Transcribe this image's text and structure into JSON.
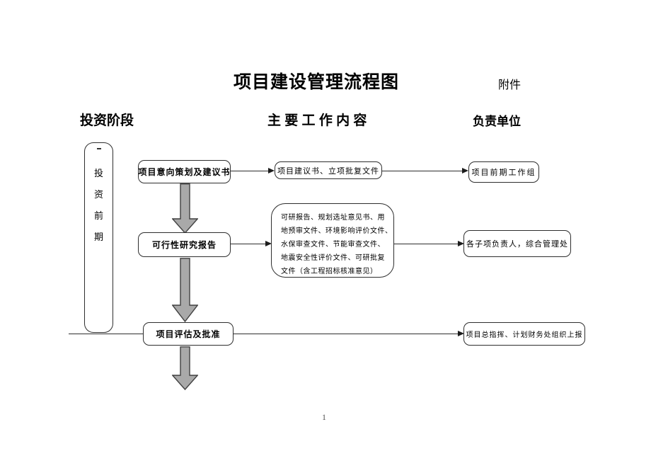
{
  "document": {
    "title": "项目建设管理流程图",
    "attachment_label": "附件",
    "page_number": "1"
  },
  "headers": {
    "investment_stage": "投资阶段",
    "main_work": "主 要 工 作 内 容",
    "responsible_unit": "负责单位"
  },
  "stage_sidebar": {
    "chars": [
      "投",
      "资",
      "前",
      "期"
    ]
  },
  "flow": {
    "row1": {
      "stage": "项目意向策划及建议书",
      "work": "项目建议书、立项批复文件",
      "unit": "项目前期工作组"
    },
    "row2": {
      "stage": "可行性研究报告",
      "work_lines": [
        "可研报告、规划选址意见书、用",
        "地预审文件、环境影响评价文件、",
        "水保审查文件、节能审查文件、",
        "地震安全性评价文件、可研批复",
        "文件（含工程招标核准意见）"
      ],
      "unit": "各子项负责人，综合管理处"
    },
    "row3": {
      "stage": "项目评估及批准",
      "unit": "项目总指挥、计划财务处组织上报"
    }
  },
  "colors": {
    "line": "#2e2e2e",
    "thick_arrow_fill": "#a9a9a9",
    "thick_arrow_outline": "#404040",
    "background": "#ffffff",
    "text": "#000000"
  }
}
